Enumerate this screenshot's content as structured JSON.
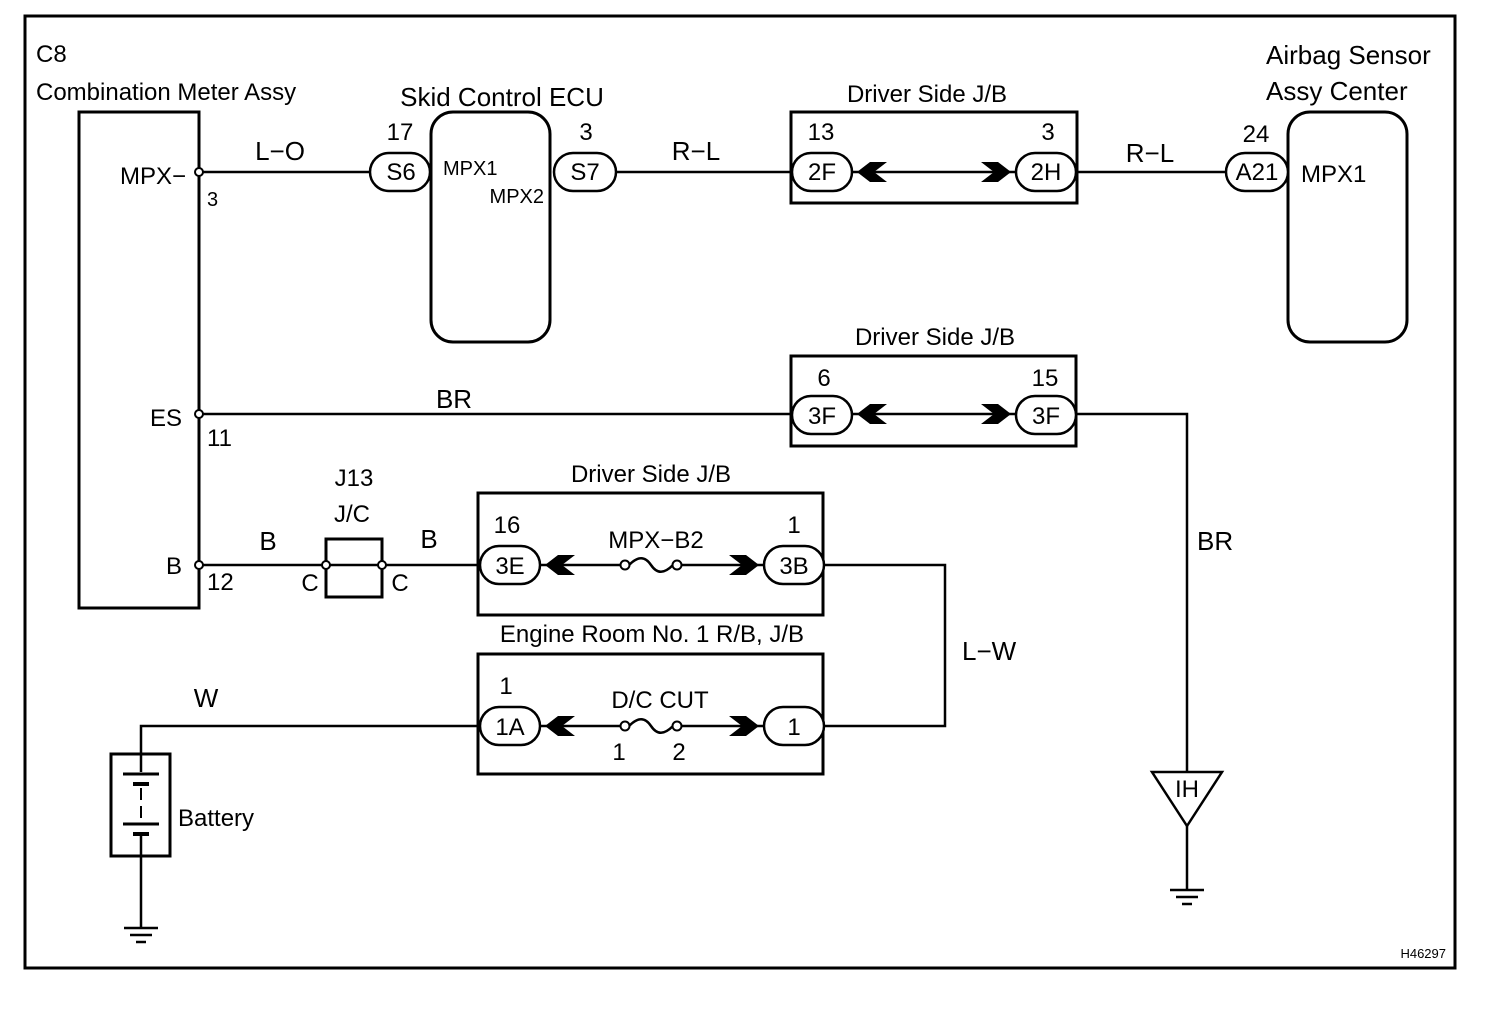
{
  "diagram": {
    "ref_code": "H46297",
    "combination_meter": {
      "code": "C8",
      "name": "Combination Meter Assy",
      "pin_mpx_label": "MPX−",
      "pin_mpx_num": "3",
      "pin_es_label": "ES",
      "pin_es_num": "11",
      "pin_b_label": "B",
      "pin_b_num": "12"
    },
    "skid_ecu": {
      "name": "Skid Control ECU",
      "pin_in_num": "17",
      "conn_in": "S6",
      "label_mpx1": "MPX1",
      "label_mpx2": "MPX2",
      "pin_out_num": "3",
      "conn_out": "S7"
    },
    "jb_top": {
      "name": "Driver Side J/B",
      "left_num": "13",
      "left_conn": "2F",
      "right_num": "3",
      "right_conn": "2H"
    },
    "airbag": {
      "name_line1": "Airbag Sensor",
      "name_line2": "Assy Center",
      "pin_num": "24",
      "conn": "A21",
      "label": "MPX1"
    },
    "jb_mid": {
      "name": "Driver Side J/B",
      "left_num": "6",
      "left_conn": "3F",
      "right_num": "15",
      "right_conn": "3F"
    },
    "junction": {
      "code": "J13",
      "name": "J/C",
      "left_pin": "C",
      "right_pin": "C"
    },
    "jb_bottom": {
      "name": "Driver Side J/B",
      "left_num": "16",
      "left_conn": "3E",
      "fuse": "MPX−B2",
      "right_num": "1",
      "right_conn": "3B"
    },
    "engine_rb": {
      "name": "Engine Room No. 1 R/B, J/B",
      "left_num": "1",
      "left_conn": "1A",
      "fuse": "D/C CUT",
      "fuse_pin1": "1",
      "fuse_pin2": "2",
      "right_conn": "1"
    },
    "battery": {
      "label": "Battery"
    },
    "ground_point": {
      "code": "IH"
    },
    "wires": {
      "mpx_to_skid": "L−O",
      "skid_to_jb": "R−L",
      "jb_to_airbag": "R−L",
      "es_to_jb": "BR",
      "jb_to_ground": "BR",
      "b_to_jc": "B",
      "jc_to_jb": "B",
      "jb_to_engine": "L−W",
      "battery_to_engine": "W"
    }
  }
}
